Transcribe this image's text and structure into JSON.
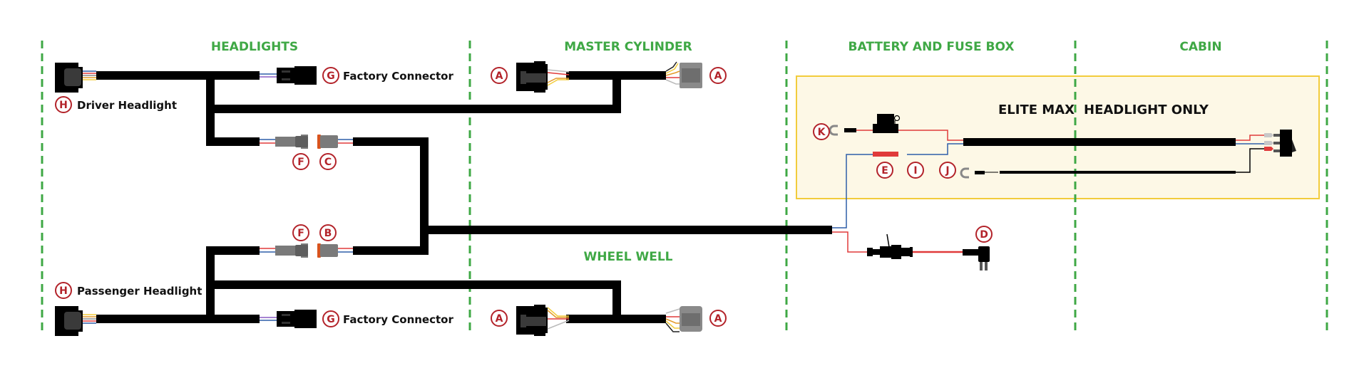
{
  "zones": [
    {
      "id": "headlights",
      "title": "HEADLIGHTS"
    },
    {
      "id": "master-cylinder",
      "title": "MASTER CYLINDER"
    },
    {
      "id": "wheel-well",
      "title": "WHEEL WELL"
    },
    {
      "id": "battery-fuse-box",
      "title": "BATTERY AND FUSE BOX"
    },
    {
      "id": "cabin",
      "title": "CABIN"
    }
  ],
  "kit_box": {
    "title_left": "ELITE MAX",
    "title_right": "HEADLIGHT ONLY"
  },
  "labels": {
    "driver_headlight": "Driver Headlight",
    "passenger_headlight": "Passenger Headlight",
    "factory_connector_top": "Factory Connector",
    "factory_connector_bottom": "Factory Connector"
  },
  "badges": {
    "H_driver": "H",
    "H_passenger": "H",
    "G_top": "G",
    "G_bottom": "G",
    "F_top": "F",
    "C": "C",
    "F_bottom": "F",
    "B": "B",
    "A_mc_left": "A",
    "A_mc_right": "A",
    "A_ww_left": "A",
    "A_ww_right": "A",
    "K": "K",
    "E": "E",
    "I": "I",
    "J": "J",
    "D": "D"
  },
  "colors": {
    "zone_green": "#3fa845",
    "badge_red": "#b3232a",
    "box_fill": "#fdf8e6",
    "box_border": "#f2cc3c",
    "wire_red": "#e03a3a",
    "wire_blue": "#2f5fa8",
    "connector_gray": "#7a7a7a",
    "seal_orange": "#d8541e"
  }
}
